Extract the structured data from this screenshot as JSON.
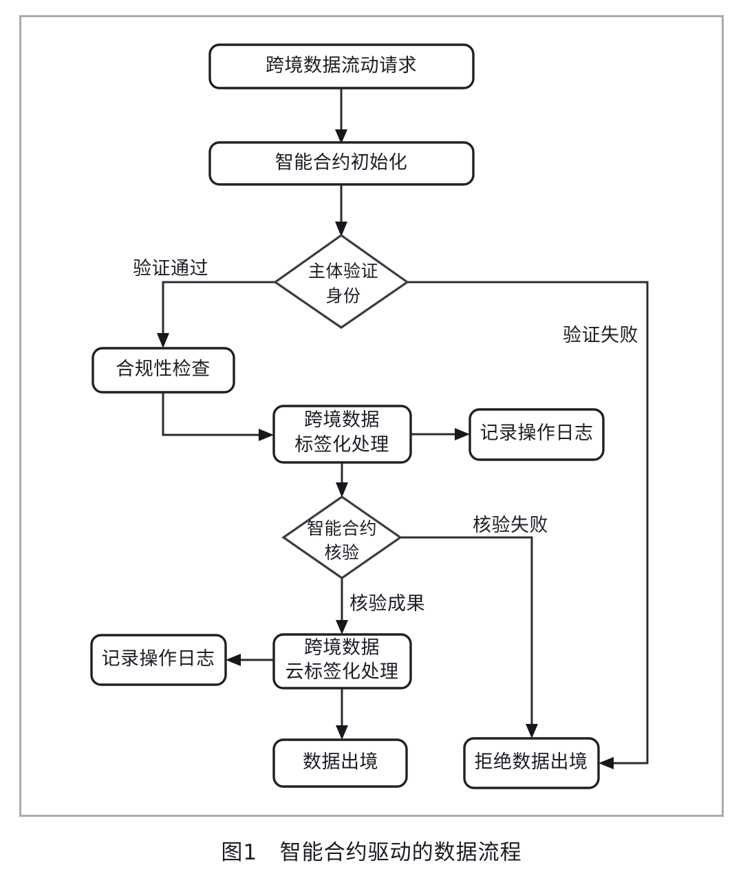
{
  "figure": {
    "caption": "图1   智能合约驱动的数据流程",
    "frame_color": "#a9abaf",
    "line_color": "#2b2b33",
    "text_color": "#1d1d27"
  },
  "nodes": {
    "request": {
      "label": "跨境数据流动请求",
      "shape": "rounded-rect"
    },
    "init": {
      "label": "智能合约初始化",
      "shape": "rounded-rect"
    },
    "identity_check": {
      "label_line1": "主体验证",
      "label_line2": "身份",
      "shape": "diamond"
    },
    "compliance": {
      "label": "合规性检查",
      "shape": "rounded-rect"
    },
    "tagging": {
      "label_line1": "跨境数据",
      "label_line2": "标签化处理",
      "shape": "rounded-rect"
    },
    "log_right": {
      "label": "记录操作日志",
      "shape": "rounded-rect"
    },
    "contract_verify": {
      "label_line1": "智能合约",
      "label_line2": "核验",
      "shape": "diamond"
    },
    "cloud_tagging": {
      "label_line1": "跨境数据",
      "label_line2": "云标签化处理",
      "shape": "rounded-rect"
    },
    "log_left": {
      "label": "记录操作日志",
      "shape": "rounded-rect"
    },
    "data_export": {
      "label": "数据出境",
      "shape": "rounded-rect"
    },
    "reject_export": {
      "label": "拒绝数据出境",
      "shape": "rounded-rect"
    }
  },
  "edge_labels": {
    "verify_pass": "验证通过",
    "verify_fail": "验证失败",
    "check_fail": "核验失败",
    "check_success": "核验成果"
  }
}
